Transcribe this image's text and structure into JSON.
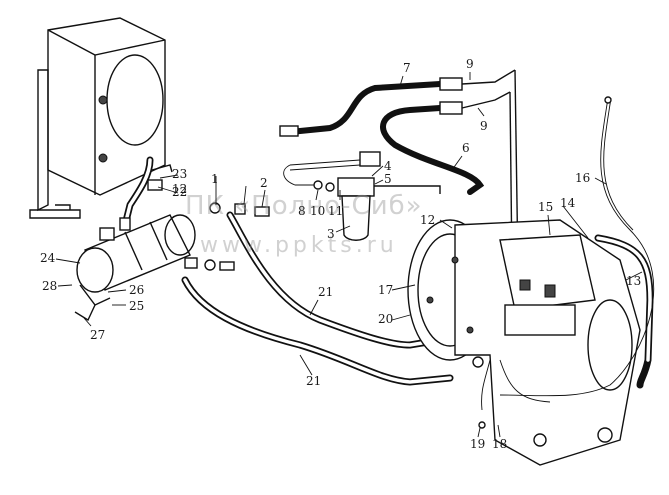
{
  "watermark": {
    "line1": "ПК «Полно-Сиб»",
    "line2": "www.ppkts.ru"
  },
  "callouts": [
    "1",
    "2",
    "3",
    "4",
    "5",
    "6",
    "7",
    "8",
    "9",
    "9",
    "10",
    "11",
    "12",
    "12",
    "13",
    "14",
    "15",
    "16",
    "17",
    "18",
    "19",
    "20",
    "21",
    "21",
    "22",
    "23",
    "24",
    "25",
    "26",
    "27",
    "28"
  ],
  "colors": {
    "ink": "#111111",
    "watermark": "#9a9a9a",
    "background": "#ffffff"
  }
}
